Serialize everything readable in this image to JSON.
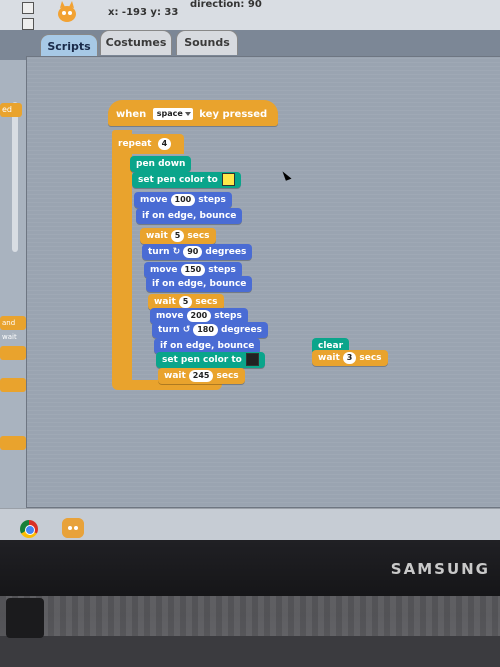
{
  "header": {
    "coords": "x: -193  y: 33",
    "direction": "direction: 90"
  },
  "tabs": [
    {
      "label": "Scripts",
      "active": true
    },
    {
      "label": "Costumes",
      "active": false
    },
    {
      "label": "Sounds",
      "active": false
    }
  ],
  "palette": {
    "items": [
      "ed",
      "and wait",
      "",
      "",
      ""
    ]
  },
  "script": {
    "hat": {
      "prefix": "when",
      "key": "space",
      "suffix": "key pressed"
    },
    "repeat": {
      "label": "repeat",
      "count": "4"
    },
    "blocks": [
      {
        "type": "pen",
        "text": "pen down"
      },
      {
        "type": "pen",
        "text": "set pen color to",
        "color": "#ffe84a"
      },
      {
        "type": "motion",
        "pre": "move",
        "value": "100",
        "post": "steps"
      },
      {
        "type": "motion",
        "text": "if on edge, bounce"
      },
      {
        "type": "ctrl",
        "pre": "wait",
        "value": "5",
        "post": "secs"
      },
      {
        "type": "motion",
        "pre": "turn ↻",
        "value": "90",
        "post": "degrees"
      },
      {
        "type": "motion",
        "pre": "move",
        "value": "150",
        "post": "steps"
      },
      {
        "type": "motion",
        "text": "if on edge, bounce"
      },
      {
        "type": "ctrl",
        "pre": "wait",
        "value": "5",
        "post": "secs"
      },
      {
        "type": "motion",
        "pre": "move",
        "value": "200",
        "post": "steps"
      },
      {
        "type": "motion",
        "pre": "turn ↺",
        "value": "180",
        "post": "degrees"
      },
      {
        "type": "motion",
        "text": "if on edge, bounce"
      },
      {
        "type": "pen",
        "text": "set pen color to",
        "color": "#222222"
      },
      {
        "type": "ctrl",
        "pre": "wait",
        "value": "245",
        "post": "secs"
      }
    ],
    "loose": [
      {
        "type": "pen",
        "text": "clear"
      },
      {
        "type": "ctrl",
        "pre": "wait",
        "value": "3",
        "post": "secs"
      }
    ]
  },
  "laptop": {
    "brand": "SAMSUNG"
  },
  "colors": {
    "control": "#e9a32d",
    "pen": "#0aa58b",
    "motion": "#4a6cd4"
  }
}
